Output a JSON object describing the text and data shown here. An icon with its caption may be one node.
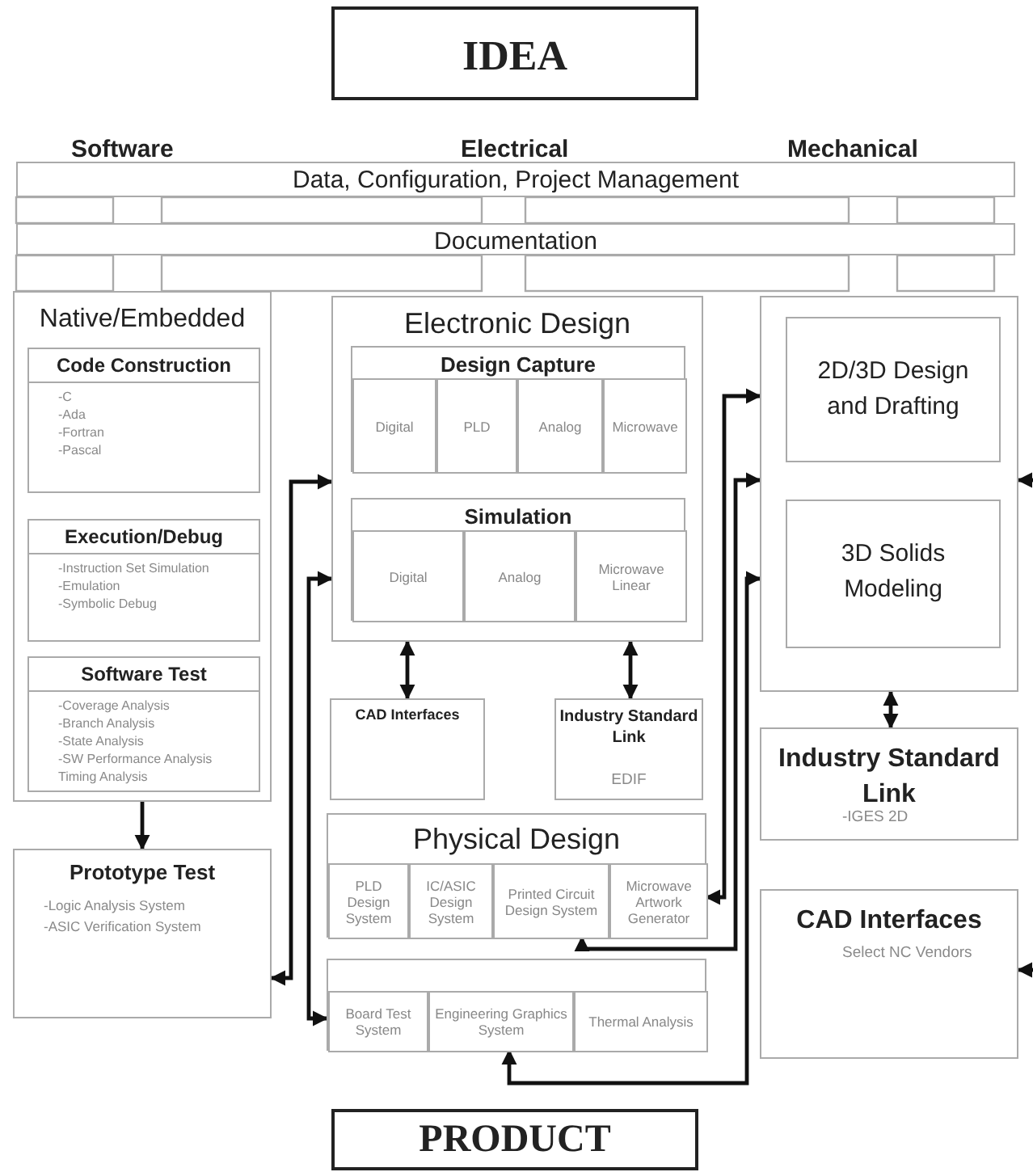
{
  "diagram": {
    "nodes": [
      {
        "text": [
          "IDEA"
        ]
      },
      {
        "text": [
          "Data, Configuration, Project Management"
        ]
      },
      {
        "text": [
          "Documentation"
        ]
      },
      {
        "text": [
          "Native/Embedded"
        ]
      },
      {
        "text": [
          "Code Construction",
          "-C",
          "-Ada",
          "-Fortran",
          "-Pascal"
        ],
        "in": 3
      },
      {
        "text": [
          "Execution/Debug",
          "-Instruction Set Simulation",
          "-Emulation",
          "-Symbolic Debug"
        ],
        "in": 3
      },
      {
        "text": [
          "Software Test",
          "-Coverage Analysis",
          "-Branch Analysis",
          "-State Analysis",
          "-SW Performance Analysis",
          "Timing Analysis"
        ],
        "in": 3
      },
      {
        "text": [
          "Prototype Test",
          "-Logic Analysis System",
          "-ASIC Verification System"
        ]
      },
      {
        "text": [
          "Electronic Design"
        ]
      },
      {
        "text": [
          "Design Capture"
        ],
        "in": 8
      },
      {
        "text": [
          "Digital"
        ],
        "in": 9
      },
      {
        "text": [
          "PLD"
        ],
        "in": 9
      },
      {
        "text": [
          "Analog"
        ],
        "in": 9
      },
      {
        "text": [
          "Microwave"
        ],
        "in": 9
      },
      {
        "text": [
          "Simulation"
        ],
        "in": 8
      },
      {
        "text": [
          "Digital"
        ],
        "in": 14
      },
      {
        "text": [
          "Analog"
        ],
        "in": 14
      },
      {
        "text": [
          "Microwave Linear"
        ],
        "in": 14
      },
      {
        "text": [
          "CAD Interfaces"
        ]
      },
      {
        "text": [
          "Industry Standard Link",
          "EDIF"
        ]
      },
      {
        "text": [
          "Physical Design"
        ]
      },
      {
        "text": [
          "PLD Design System"
        ],
        "in": 20
      },
      {
        "text": [
          "IC/ASIC Design System"
        ],
        "in": 20
      },
      {
        "text": [
          "Printed Circuit Design System"
        ],
        "in": 20
      },
      {
        "text": [
          "Microwave Artwork Generator"
        ],
        "in": 20
      },
      {
        "text": [],
        "shape": "box"
      },
      {
        "text": [
          "Board Test System"
        ],
        "in": 25
      },
      {
        "text": [
          "Engineering Graphics System"
        ],
        "in": 25
      },
      {
        "text": [
          "Thermal Analysis"
        ],
        "in": 25
      },
      {
        "text": [],
        "shape": "box"
      },
      {
        "text": [
          "2D/3D Design and Drafting"
        ],
        "in": 29
      },
      {
        "text": [
          "3D Solids Modeling"
        ],
        "in": 29
      },
      {
        "text": [
          "Industry Standard Link",
          "-IGES 2D"
        ]
      },
      {
        "text": [
          "CAD Interfaces",
          "Select NC Vendors"
        ]
      },
      {
        "text": [
          "PRODUCT"
        ]
      }
    ],
    "edges": [
      {
        "from": 3,
        "to": 7,
        "arrow": "to"
      },
      {
        "from": 8,
        "to": 18,
        "arrow": "both"
      },
      {
        "from": 8,
        "to": 19,
        "arrow": "both"
      },
      {
        "from": 29,
        "to": 32,
        "arrow": "both"
      },
      {
        "from": 7,
        "to": 8,
        "arrow": "both"
      },
      {
        "from": 8,
        "to": 26,
        "arrow": "both"
      },
      {
        "from": 29,
        "to": 24,
        "arrow": "both"
      },
      {
        "from": 29,
        "to": 20,
        "arrow": "both"
      },
      {
        "from": 29,
        "to": 27,
        "arrow": "both"
      },
      {
        "from": null,
        "to": 29,
        "arrow": "to"
      },
      {
        "from": null,
        "to": 33,
        "arrow": "to"
      }
    ],
    "labels": [
      "Software",
      "Electrical",
      "Mechanical"
    ]
  }
}
